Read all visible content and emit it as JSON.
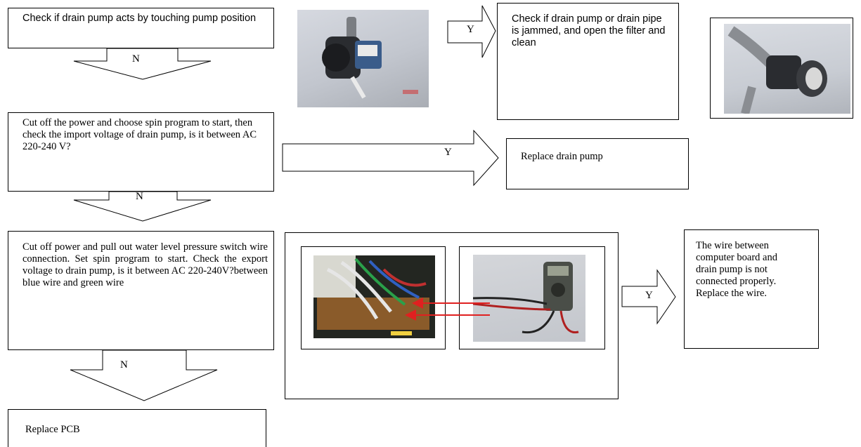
{
  "steps": {
    "step1": "Check if drain pump acts by touching pump position",
    "step1_yes": "Check if drain pump or drain pipe is jammed, and open the filter and clean",
    "step2": "Cut off the power and choose spin program to start, then check the import voltage of drain pump, is it between AC 220-240 V?",
    "step2_yes": "Replace drain pump",
    "step3": "Cut off power and pull out water level pressure switch wire connection. Set spin program to start. Check the export voltage to drain pump, is it between AC 220-240V?between blue wire and green wire",
    "step3_yes": "The wire between computer board and drain pump is not connected properly. Replace the wire.",
    "step4": "Replace PCB"
  },
  "arrow_labels": {
    "yes": "Y",
    "no": "N"
  },
  "photos": [
    {
      "name": "drain-pump-photo"
    },
    {
      "name": "drain-filter-photo"
    },
    {
      "name": "wire-connector-photo"
    },
    {
      "name": "multimeter-photo"
    }
  ],
  "colors": {
    "indicator_arrow": "#e02020"
  }
}
